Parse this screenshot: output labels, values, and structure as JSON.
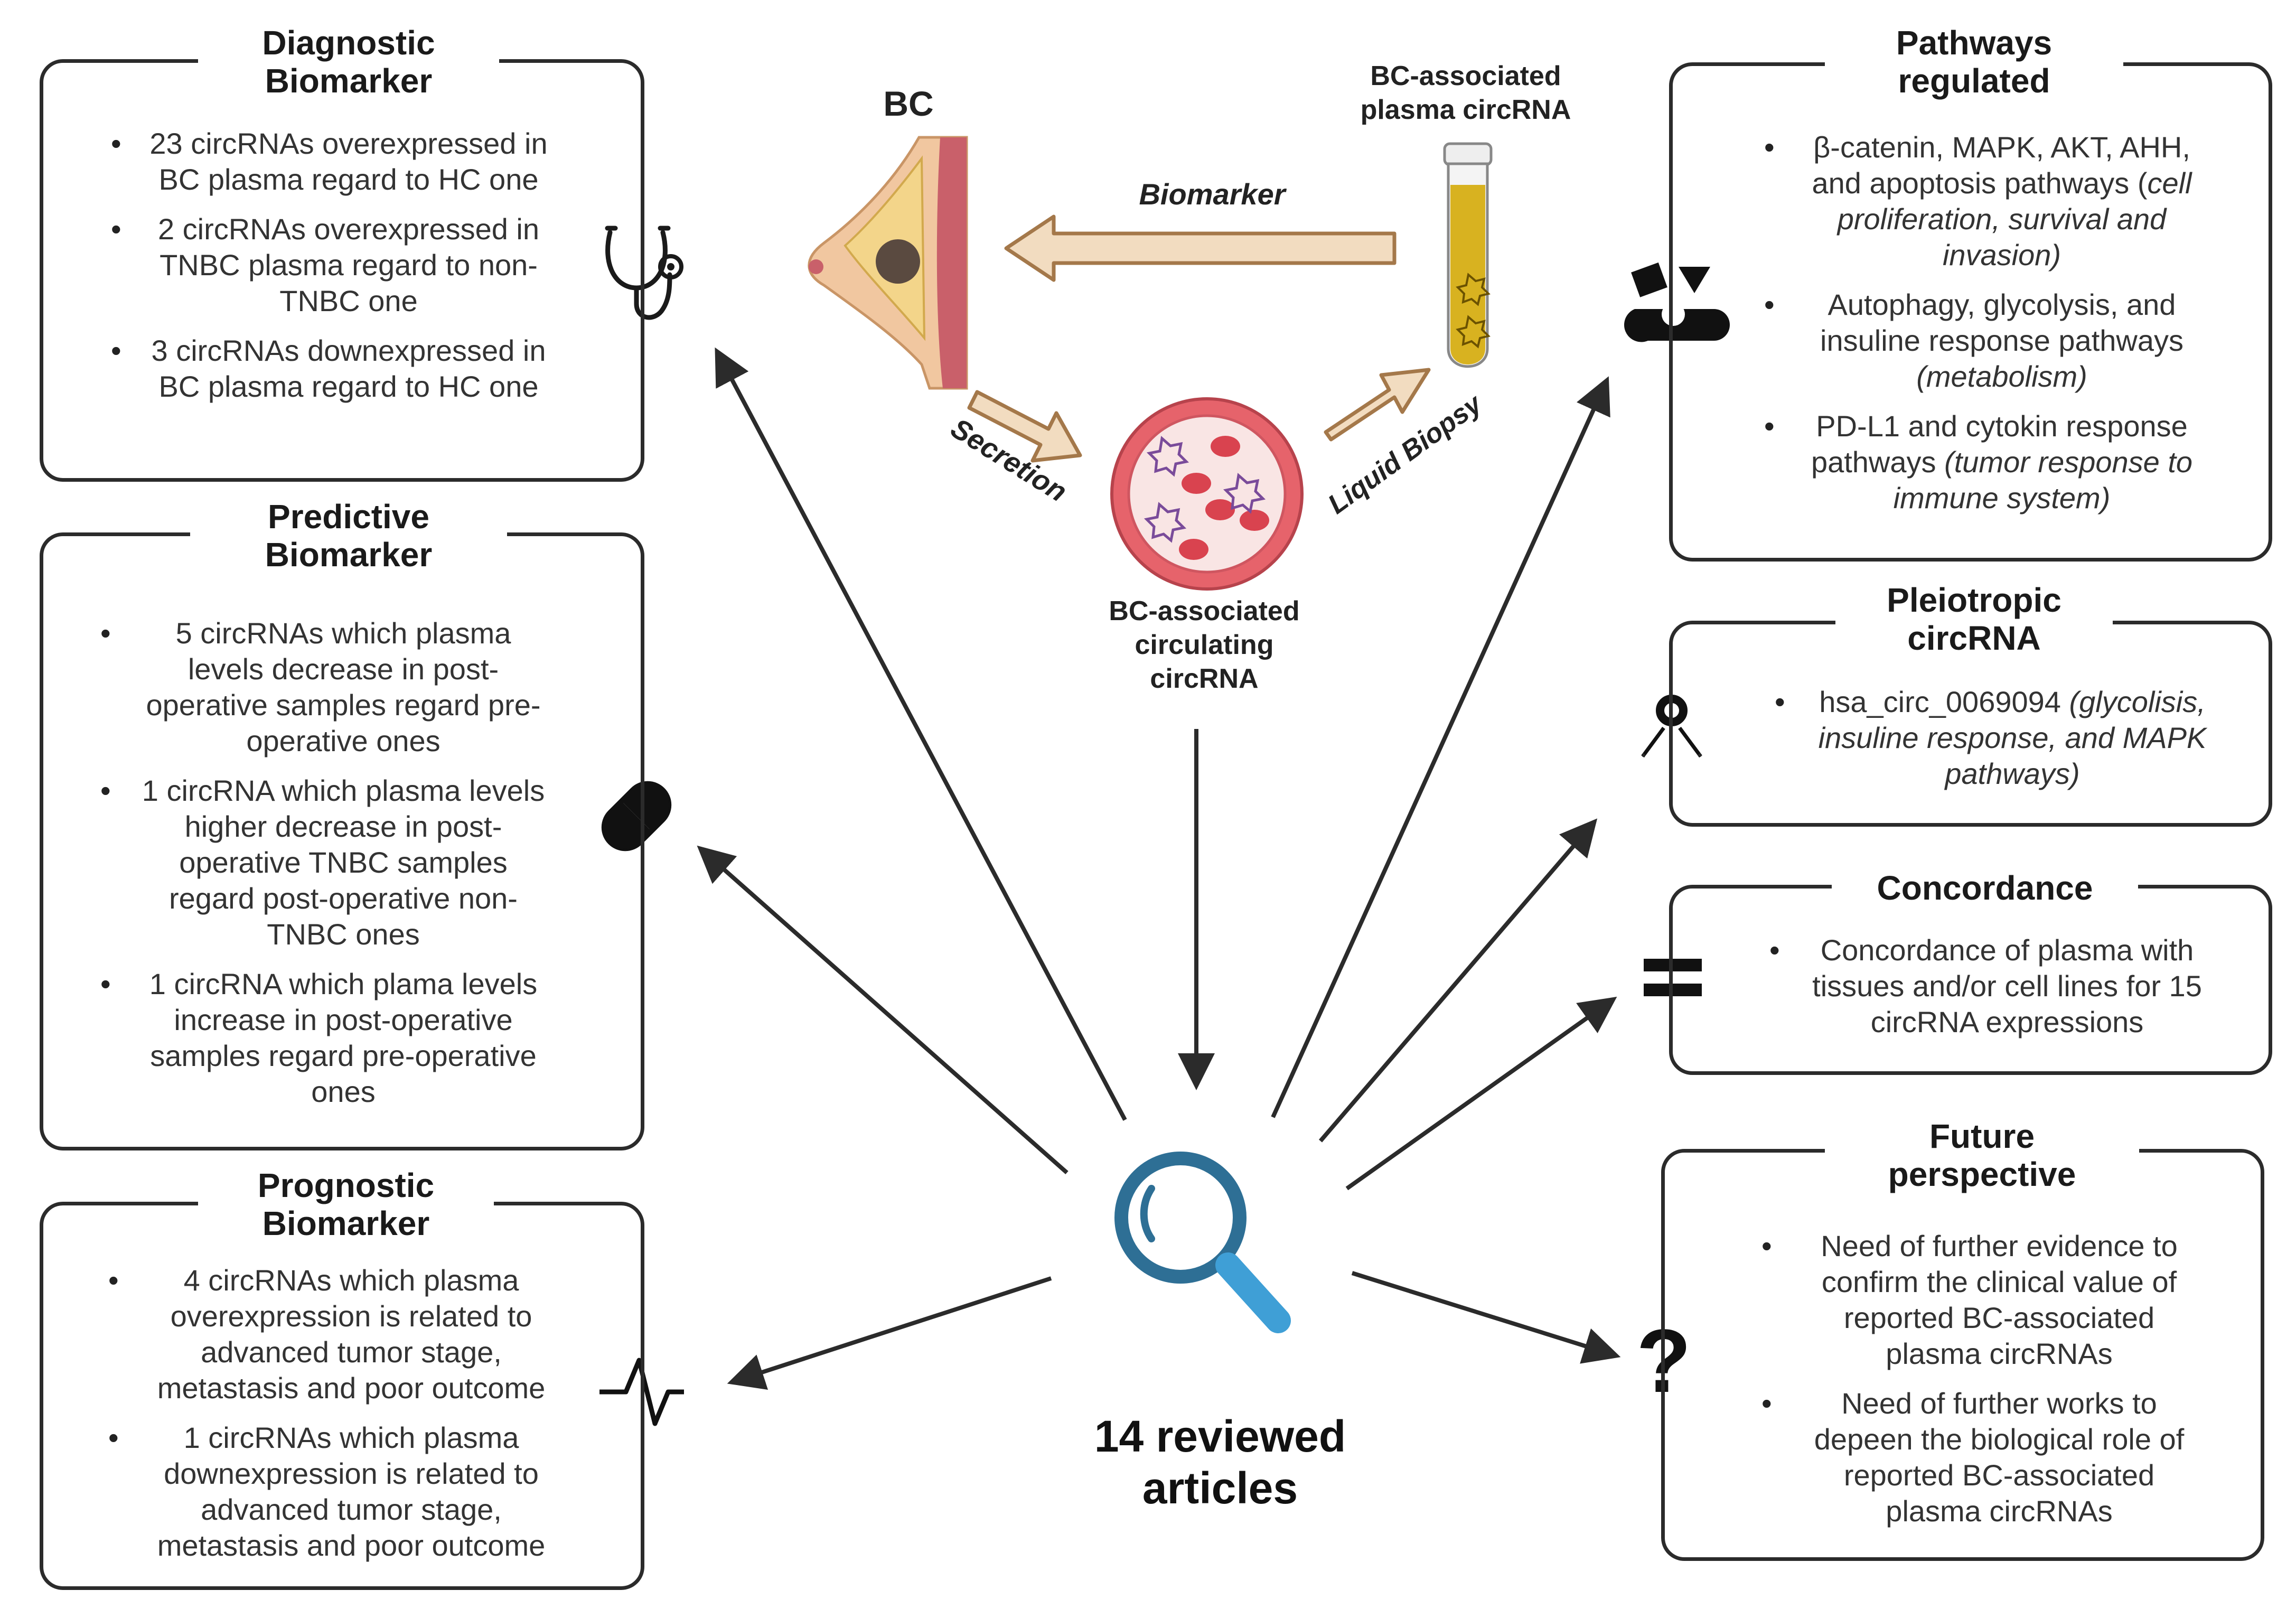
{
  "center": {
    "bc_label": "BC",
    "plasma_label_1": "BC-associated",
    "plasma_label_2": "plasma circRNA",
    "circulating_label_1": "BC-associated",
    "circulating_label_2": "circulating",
    "circulating_label_3": "circRNA",
    "biomarker_arrow": "Biomarker",
    "secretion_arrow": "Secretion",
    "liquid_biopsy_arrow": "Liquid Biopsy",
    "reviewed_1": "14 reviewed",
    "reviewed_2": "articles"
  },
  "diagnostic": {
    "title_1": "Diagnostic",
    "title_2": "Biomarker",
    "items": [
      {
        "l1": "23 circRNAs overexpressed in",
        "l2": "BC plasma regard to HC one"
      },
      {
        "l1": "2 circRNAs overexpressed in",
        "l2": "TNBC plasma regard to non-",
        "l3": "TNBC one"
      },
      {
        "l1": "3 circRNAs downexpressed in",
        "l2": "BC plasma regard to HC one"
      }
    ]
  },
  "predictive": {
    "title_1": "Predictive",
    "title_2": "Biomarker",
    "items": [
      {
        "l1": "5 circRNAs which plasma",
        "l2": "levels decrease in post-",
        "l3": "operative samples regard pre-",
        "l4": "operative ones"
      },
      {
        "l1": "1 circRNA which plasma levels",
        "l2": "higher decrease in post-",
        "l3": "operative TNBC samples",
        "l4": "regard post-operative non-",
        "l5": "TNBC ones"
      },
      {
        "l1": "1 circRNA which plama levels",
        "l2": "increase in post-operative",
        "l3": "samples regard pre-operative",
        "l4": "ones"
      }
    ]
  },
  "prognostic": {
    "title_1": "Prognostic",
    "title_2": "Biomarker",
    "items": [
      {
        "l1": "4 circRNAs which plasma",
        "l2": "overexpression is related to",
        "l3": "advanced tumor stage,",
        "l4": "metastasis and poor outcome"
      },
      {
        "l1": "1 circRNAs which plasma",
        "l2": "downexpression is related to",
        "l3": "advanced tumor stage,",
        "l4": "metastasis and poor outcome"
      }
    ]
  },
  "pathways": {
    "title_1": "Pathways",
    "title_2": "regulated",
    "item1_l1": "β-catenin, MAPK, AKT, AHH,",
    "item1_l2a": "and apoptosis pathways (",
    "item1_l2b": "cell",
    "item1_l3": "proliferation, survival and",
    "item1_l4": "invasion)",
    "item2_l1": "Autophagy, glycolysis, and",
    "item2_l2": "insuline response pathways",
    "item2_l3": "(metabolism)",
    "item3_l1": "PD-L1 and cytokin response",
    "item3_l2a": "pathways ",
    "item3_l2b": "(tumor response to",
    "item3_l3": "immune system)"
  },
  "pleiotropic": {
    "title_1": "Pleiotropic",
    "title_2": "circRNA",
    "item1_l1a": "hsa_circ_0069094 ",
    "item1_l1b": "(glycolisis,",
    "item1_l2": "insuline response, and MAPK",
    "item1_l3": "pathways)"
  },
  "concordance": {
    "title_1": "Concordance",
    "item1_l1": "Concordance of plasma with",
    "item1_l2": "tissues and/or cell lines for 15",
    "item1_l3": "circRNA expressions"
  },
  "future": {
    "title_1": "Future",
    "title_2": "perspective",
    "items": [
      {
        "l1": "Need of further evidence to",
        "l2": "confirm the clinical value of",
        "l3": "reported BC-associated",
        "l4": "plasma circRNAs"
      },
      {
        "l1": "Need of further works to",
        "l2": "depeen the biological role of",
        "l3": "reported BC-associated",
        "l4": "plasma circRNAs"
      }
    ]
  },
  "icons": [
    "stethoscope-icon",
    "pill-icon",
    "heartbeat-icon",
    "shapes-icon",
    "pleiotropy-icon",
    "equals-icon",
    "question-icon",
    "magnifier-icon",
    "breast-icon",
    "blood-tube-icon",
    "blood-vessel-icon"
  ],
  "colors": {
    "arrow_fill": "#f2dcc0",
    "arrow_stroke": "#a4784a",
    "magnifier": "#2e6f95",
    "magnifier_handle": "#3f9fd6",
    "tube_fluid": "#d8b220",
    "vessel": "#e6636b",
    "tumor": "#5a4a40"
  }
}
